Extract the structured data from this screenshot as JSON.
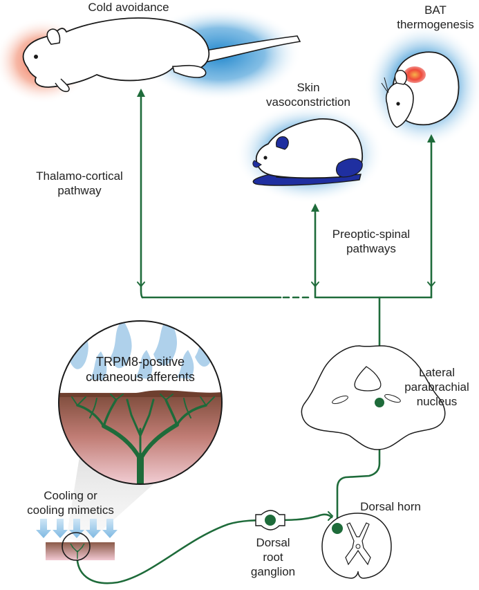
{
  "labels": {
    "cold_avoidance": "Cold avoidance",
    "bat_thermogenesis": "BAT\nthermogenesis",
    "skin_vasoconstriction": "Skin\nvasoconstriction",
    "thalamo_cortical": "Thalamo-cortical\npathway",
    "preoptic_spinal": "Preoptic-spinal\npathways",
    "trpm8": "TRPM8-positive\ncutaneous afferents",
    "lateral_parabrachial": "Lateral\nparabrachial\nnucleus",
    "cooling": "Cooling or\ncooling mimetics",
    "dorsal_horn": "Dorsal horn",
    "dorsal_root_ganglion": "Dorsal\nroot\nganglion"
  },
  "colors": {
    "pathway": "#1e6b3a",
    "cold_glow": "#2b8fd0",
    "warm_glow": "#f06a4a",
    "vasoconstriction": "#1f2fa0",
    "bat_fat": "#f2553a",
    "skin_top": "#7a4a38",
    "skin_bottom": "#f6d0d8"
  }
}
